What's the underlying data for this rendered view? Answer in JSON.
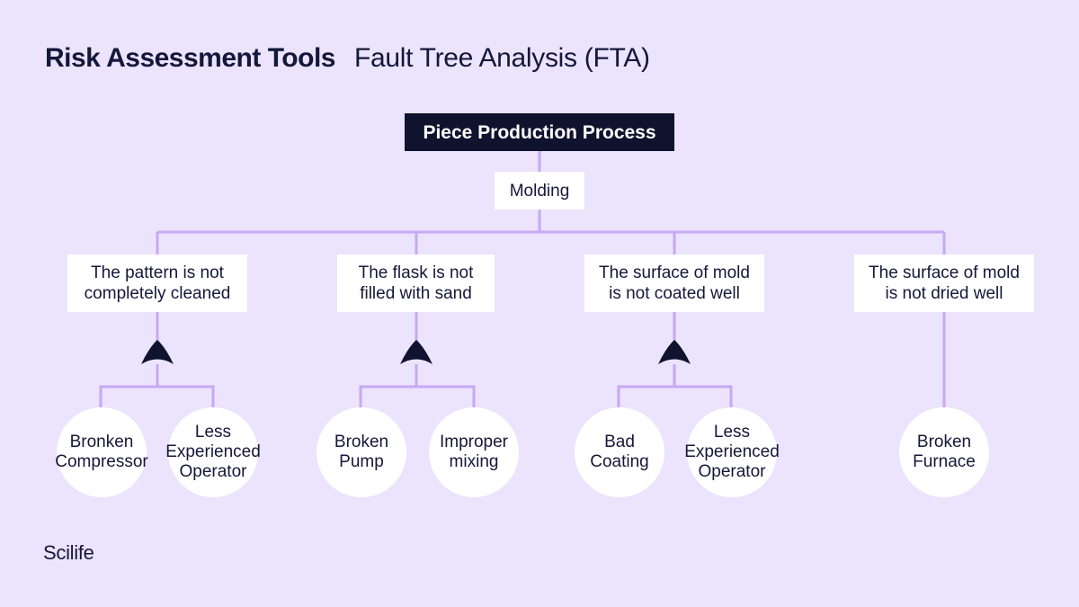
{
  "header": {
    "title": "Risk Assessment Tools",
    "subtitle": "Fault Tree Analysis (FTA)"
  },
  "brand": "Scilife",
  "colors": {
    "background": "#ece3fd",
    "connector": "#c6a9f2",
    "root_box": "#10132e",
    "gate": "#10132e",
    "node": "#ffffff",
    "text": "#14183a"
  },
  "tree": {
    "root": "Piece Production Process",
    "level1": "Molding",
    "branches": [
      {
        "label": "The pattern is not\ncompletely cleaned",
        "gate": "and-gate-icon",
        "causes": [
          "Bronken\nCompressor",
          "Less\nExperienced\nOperator"
        ]
      },
      {
        "label": "The flask is not\nfilled with sand",
        "gate": "and-gate-icon",
        "causes": [
          "Broken\nPump",
          "Improper\nmixing"
        ]
      },
      {
        "label": "The surface of mold\nis not coated well",
        "gate": "and-gate-icon",
        "causes": [
          "Bad\nCoating",
          "Less\nExperienced\nOperator"
        ]
      },
      {
        "label": "The surface of mold\nis not dried well",
        "gate": null,
        "causes": [
          "Broken\nFurnace"
        ]
      }
    ]
  }
}
